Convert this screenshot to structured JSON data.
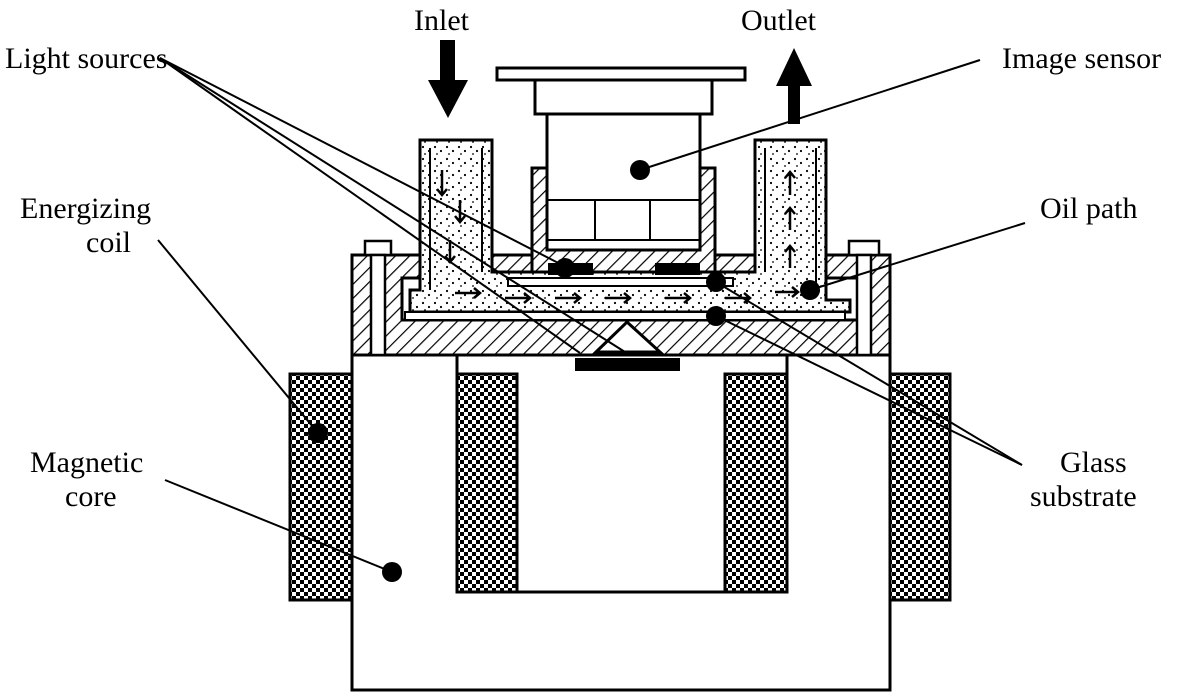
{
  "labels": {
    "inlet": "Inlet",
    "outlet": "Outlet",
    "light_sources": "Light sources",
    "image_sensor": "Image sensor",
    "energizing_coil_1": "Energizing",
    "energizing_coil_2": "coil",
    "oil_path": "Oil path",
    "magnetic_core_1": "Magnetic",
    "magnetic_core_2": "core",
    "glass_substrate_1": "Glass",
    "glass_substrate_2": "substrate"
  }
}
